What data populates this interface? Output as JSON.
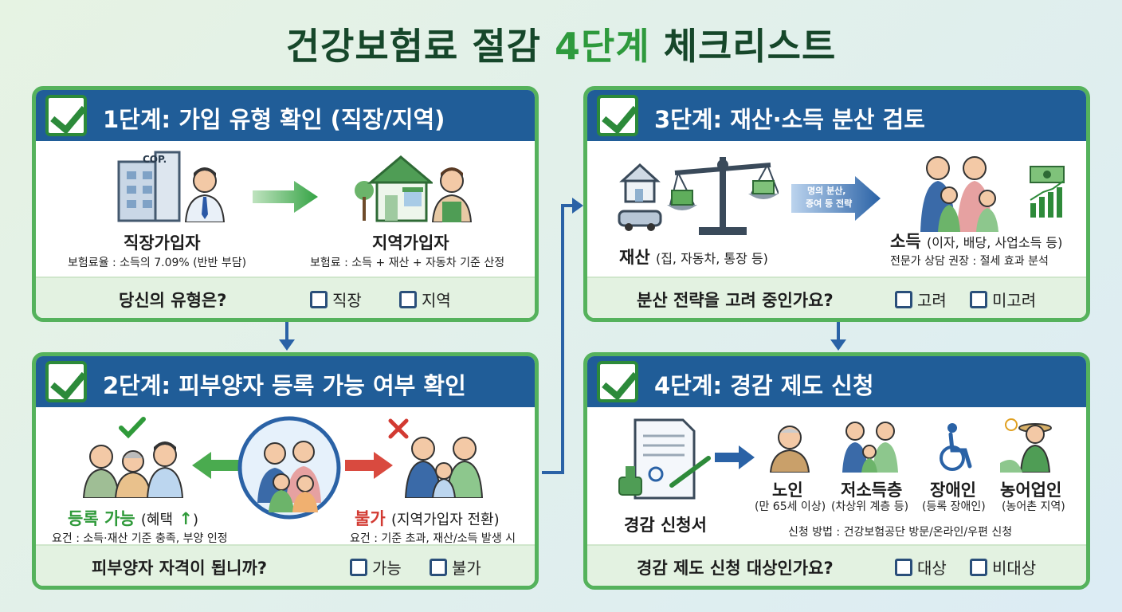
{
  "title": {
    "main": "건강보험료 절감 ",
    "accent": "4단계",
    "tail": " 체크리스트"
  },
  "step1": {
    "heading": "1단계: 가입 유형 확인 (직장/지역)",
    "building_label": "COP.",
    "employee_label": "직장가입자",
    "employee_desc": "보험료율 : 소득의 7.09% (반반 부담)",
    "regional_label": "지역가입자",
    "regional_desc": "보험료 : 소득 + 재산 + 자동차 기준 산정",
    "question": "당신의 유형은?",
    "options": [
      "직장",
      "지역"
    ]
  },
  "step2": {
    "heading": "2단계: 피부양자 등록 가능 여부 확인",
    "yes_label": "등록 가능",
    "yes_note": "(혜택",
    "yes_arrow": "↑",
    "yes_close": ")",
    "yes_desc": "요건 : 소득·재산 기준 충족, 부양 인정",
    "no_label": "불가",
    "no_note": "(지역가입자 전환)",
    "no_desc": "요건 : 기준 초과, 재산/소득 발생 시",
    "question": "피부양자 자격이 됩니까?",
    "options": [
      "가능",
      "불가"
    ]
  },
  "step3": {
    "heading": "3단계: 재산·소득 분산 검토",
    "arrow_text1": "명의 분산,",
    "arrow_text2": "증여 등 전략",
    "asset_label": "재산",
    "asset_note": "(집, 자동차, 통장 등)",
    "income_label": "소득",
    "income_note": "(이자, 배당, 사업소득 등)",
    "income_desc": "전문가 상담 권장 : 절세 효과 분석",
    "question": "분산 전략을 고려 중인가요?",
    "options": [
      "고려",
      "미고려"
    ]
  },
  "step4": {
    "heading": "4단계: 경감 제도 신청",
    "form_label": "경감 신청서",
    "groups": [
      {
        "label": "노인",
        "desc": "(만 65세 이상)"
      },
      {
        "label": "저소득층",
        "desc": "(차상위 계층 등)"
      },
      {
        "label": "장애인",
        "desc": "(등록 장애인)"
      },
      {
        "label": "농어업인",
        "desc": "(농어촌 지역)"
      }
    ],
    "method": "신청 방법 : 건강보험공단 방문/온라인/우편 신청",
    "question": "경감 제도 신청 대상인가요?",
    "options": [
      "대상",
      "비대상"
    ]
  },
  "colors": {
    "header": "#205d98",
    "border": "#55b25c",
    "accent": "#2e9a3d",
    "foot": "#e3f2e1"
  }
}
